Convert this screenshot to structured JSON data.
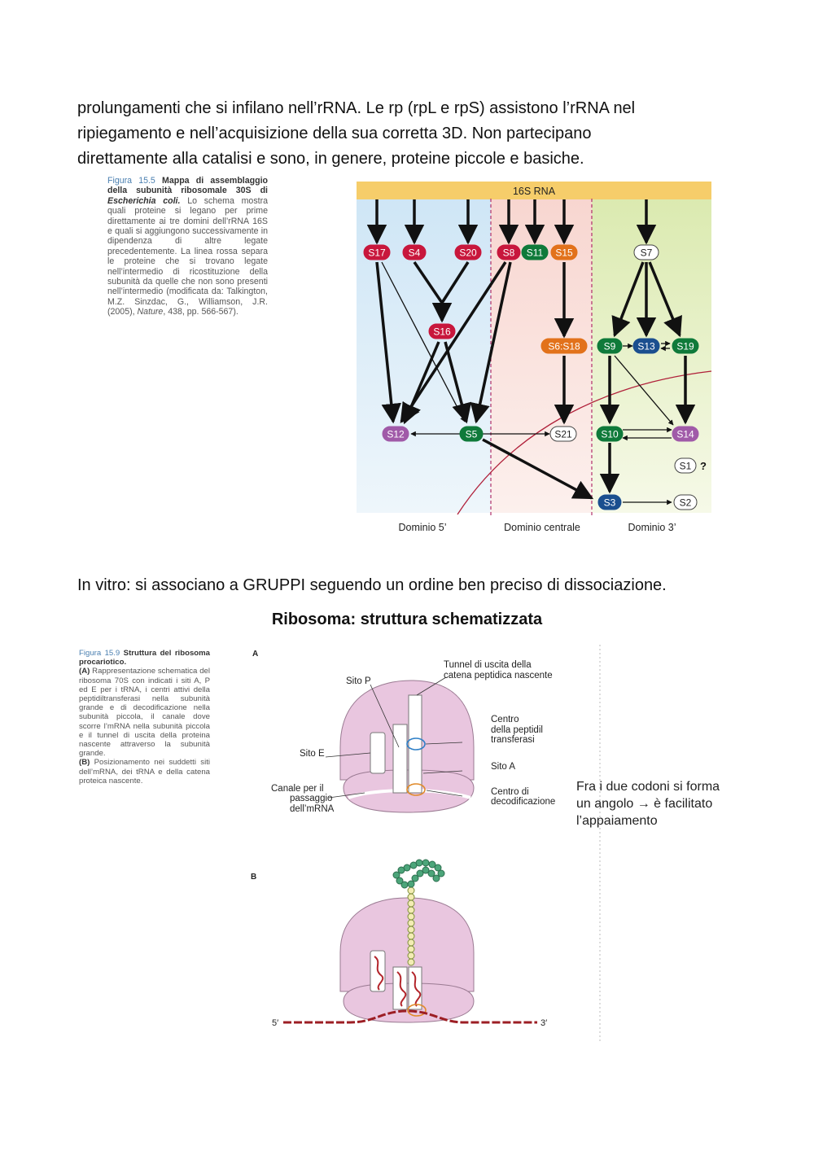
{
  "paragraph1": {
    "line1": "prolungamenti che si infilano nell’rRNA. Le rp (rpL e rpS) assistono l’rRNA nel",
    "line2": "ripiegamento e nell’acquisizione della sua corretta 3D. Non partecipano",
    "line3": "direttamente alla catalisi e sono, in genere, proteine piccole e basiche."
  },
  "figure1": {
    "caption_title": "Figura 15.5",
    "caption_bold": "Mappa di assemblaggio della subunità ribosomale 30S di",
    "caption_species": "Escherichia coli.",
    "caption_body": "Lo schema mostra quali proteine si legano per prime direttamente ai tre domini dell’rRNA 16S e quali si aggiungono successivamente in dipendenza di altre legate precedentemente. La linea rossa separa le proteine che si trovano legate nell’intermedio di ricostituzione della subunità da quelle che non sono presenti nell’intermedio (modificata da: Talkington, M.Z. Sinzdac, G., Williamson, J.R. (2005),",
    "caption_journal": "Nature",
    "caption_end": ", 438, pp. 566-567).",
    "rrna_label": "16S RNA",
    "domains": [
      "Dominio 5’",
      "Dominio centrale",
      "Dominio 3’"
    ],
    "question_mark": "?",
    "colors": {
      "red": "#c8173c",
      "green": "#0f7a3a",
      "orange": "#e2721b",
      "blue": "#1b4f8f",
      "purple": "#a05aa8",
      "white": "#ffffff",
      "bar": "#f6cd6a"
    },
    "nodes": [
      {
        "id": "S17",
        "color": "red"
      },
      {
        "id": "S4",
        "color": "red"
      },
      {
        "id": "S20",
        "color": "red"
      },
      {
        "id": "S8",
        "color": "red"
      },
      {
        "id": "S11",
        "color": "green"
      },
      {
        "id": "S15",
        "color": "orange"
      },
      {
        "id": "S7",
        "color": "white"
      },
      {
        "id": "S16",
        "color": "red"
      },
      {
        "id": "S6:S18",
        "color": "orange"
      },
      {
        "id": "S9",
        "color": "green"
      },
      {
        "id": "S13",
        "color": "blue"
      },
      {
        "id": "S19",
        "color": "green"
      },
      {
        "id": "S12",
        "color": "purple"
      },
      {
        "id": "S5",
        "color": "green"
      },
      {
        "id": "S21",
        "color": "white"
      },
      {
        "id": "S10",
        "color": "green"
      },
      {
        "id": "S14",
        "color": "purple"
      },
      {
        "id": "S1",
        "color": "white"
      },
      {
        "id": "S3",
        "color": "blue"
      },
      {
        "id": "S2",
        "color": "white"
      }
    ]
  },
  "paragraph2": "In vitro: si associano a GRUPPI seguendo un ordine ben preciso di dissociazione.",
  "heading": "Ribosoma: struttura schematizzata",
  "figure2": {
    "caption_title": "Figura 15.9",
    "caption_bold": "Struttura del ribosoma procariotico.",
    "caption_a_marker": "(A)",
    "caption_a": "Rappresentazione schematica del ribosoma 70S con indicati i siti A, P ed E per i tRNA, i centri attivi della peptidiltransferasi nella subunità grande e di decodificazione nella subunità piccola, il canale dove scorre l’mRNA nella subunità piccola e il tunnel di uscita della proteina nascente attraverso la subunità grande.",
    "caption_b_marker": "(B)",
    "caption_b": "Posizionamento nei suddetti siti dell’mRNA, dei tRNA e della catena proteica nascente.",
    "panel_a": "A",
    "panel_b": "B",
    "labels": {
      "tunnel_1": "Tunnel di uscita della",
      "tunnel_2": "catena peptidica nascente",
      "sito_p": "Sito P",
      "centro_pep_1": "Centro",
      "centro_pep_2": "della peptidil",
      "centro_pep_3": "transferasi",
      "sito_e": "Sito E",
      "sito_a": "Sito A",
      "canale_1": "Canale per il",
      "canale_2": "passaggio",
      "canale_3": "dell’mRNA",
      "centro_dec_1": "Centro di",
      "centro_dec_2": "decodificazione",
      "five_prime": "5′",
      "three_prime": "3′"
    },
    "note": [
      "Fra i due codoni si forma",
      "un angolo → è facilitato",
      "l’appaiamento"
    ]
  }
}
